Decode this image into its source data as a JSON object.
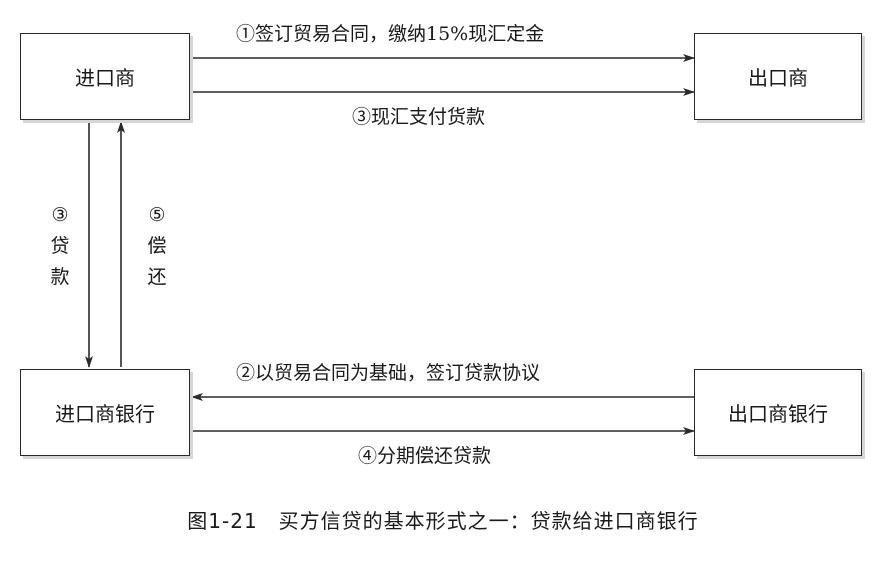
{
  "nodes": {
    "importer": "进口商",
    "exporter": "出口商",
    "importer_bank": "进口商银行",
    "exporter_bank": "出口商银行"
  },
  "flows": {
    "step1": "①签订贸易合同，缴纳15%现汇定金",
    "step3_cash": "③现汇支付货款",
    "step2": "②以贸易合同为基础，签订贷款协议",
    "step4": "④分期偿还贷款",
    "step3_loan": [
      "③",
      "贷",
      "款"
    ],
    "step5_repay": [
      "⑤",
      "偿",
      "还"
    ]
  },
  "caption": "图1-21　买方信贷的基本形式之一：贷款给进口商银行",
  "colors": {
    "line": "#2a2a2a",
    "shadow": "#d6d6d6"
  }
}
